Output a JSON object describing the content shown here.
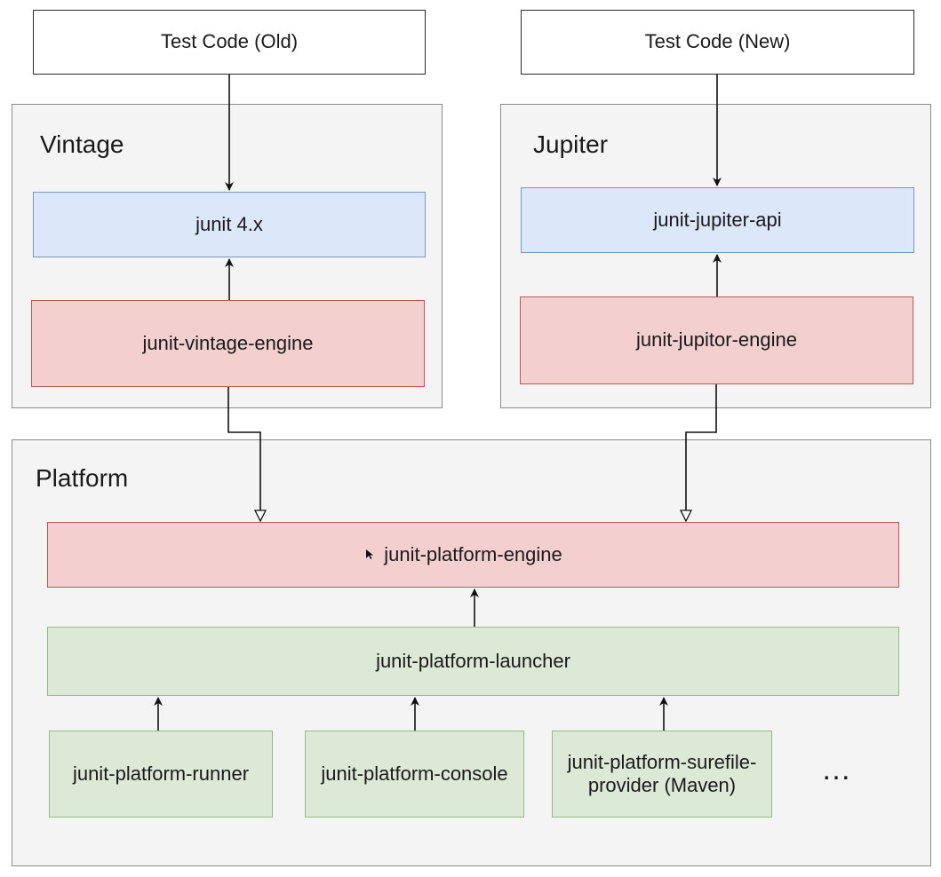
{
  "top_boxes": {
    "old": "Test Code (Old)",
    "new": "Test Code (New)"
  },
  "vintage": {
    "title": "Vintage",
    "api": "junit 4.x",
    "engine": "junit-vintage-engine"
  },
  "jupiter": {
    "title": "Jupiter",
    "api": "junit-jupiter-api",
    "engine": "junit-jupitor-engine"
  },
  "platform": {
    "title": "Platform",
    "engine": "junit-platform-engine",
    "launcher": "junit-platform-launcher",
    "runners": [
      "junit-platform-runner",
      "junit-platform-console",
      "junit-platform-surefile-\nprovider (Maven)"
    ],
    "ellipsis": "…"
  },
  "colors": {
    "api_fill": "#dce8fa",
    "engine_fill": "#f3d0cf",
    "launcher_fill": "#dce9d6",
    "group_fill": "#f4f4f4"
  }
}
